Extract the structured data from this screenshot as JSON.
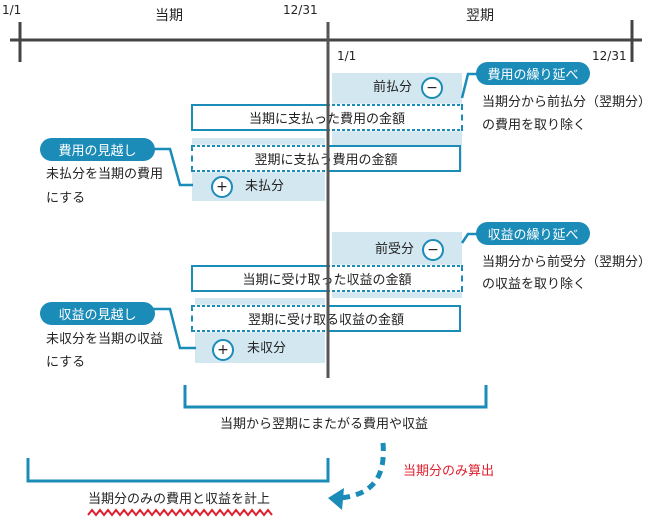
{
  "timeline": {
    "start_current": "1/1",
    "current_label": "当期",
    "end_current": "12/31",
    "next_label": "翌期",
    "start_next": "1/1",
    "end_next": "12/31"
  },
  "expense": {
    "prepaid_label": "前払分",
    "minus": "−",
    "paid_box": "当期に支払った費用の金額",
    "deferral_pill": "費用の繰り延べ",
    "deferral_desc": [
      "当期分から前払分（翌期分）",
      "の費用を取り除く"
    ],
    "accrued_box": "翌期に支払う費用の金額",
    "unpaid_label": "未払分",
    "plus": "+",
    "accrual_pill": "費用の見越し",
    "accrual_desc": [
      "未払分を当期の費用",
      "にする"
    ]
  },
  "revenue": {
    "prepaid_label": "前受分",
    "minus": "−",
    "received_box": "当期に受け取った収益の金額",
    "deferral_pill": "収益の繰り延べ",
    "deferral_desc": [
      "当期分から前受分（翌期分）",
      "の収益を取り除く"
    ],
    "accrued_box": "翌期に受け取る収益の金額",
    "unreceived_label": "未収分",
    "plus": "+",
    "accrual_pill": "収益の見越し",
    "accrual_desc": [
      "未収分を当期の収益",
      "にする"
    ]
  },
  "summary": {
    "span_label": "当期から翌期にまたがる費用や収益",
    "calc_note": "当期分のみ算出",
    "result_label": "当期分のみの費用と収益を計上"
  },
  "colors": {
    "accent": "#1b8bb8",
    "shade": "#d3e7f1",
    "note": "#e0202f",
    "axis": "#444444"
  }
}
